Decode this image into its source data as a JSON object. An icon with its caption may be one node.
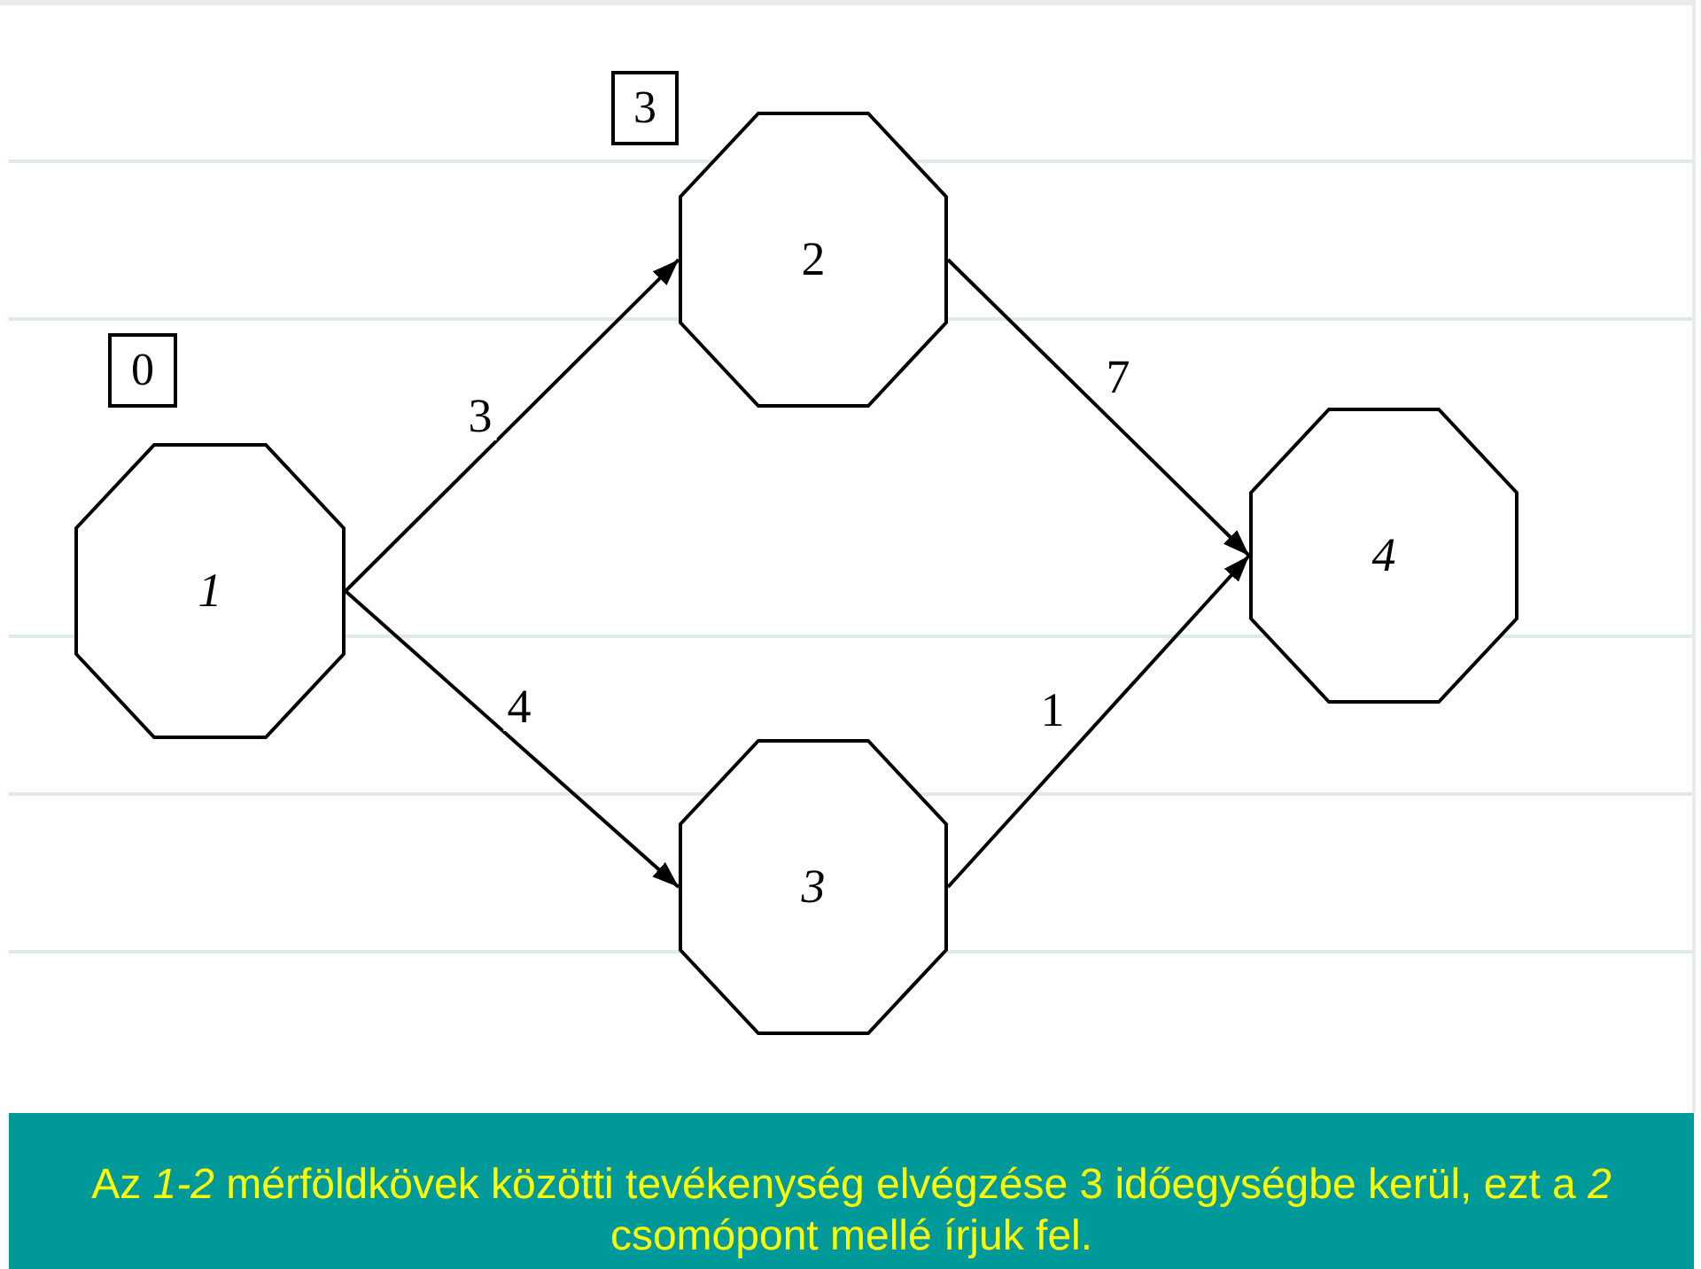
{
  "diagram": {
    "caption": "Az *1-2* mérföldkövek közötti tevékenység elvégzése 3 időegységbe kerül, ezt a *2* csomópont mellé írjuk fel.",
    "nodes": [
      {
        "text": [
          "0"
        ]
      },
      {
        "text": [
          "1"
        ]
      },
      {
        "text": [
          "3"
        ]
      },
      {
        "text": [
          "2"
        ]
      },
      {
        "text": [
          "3"
        ]
      },
      {
        "text": [
          "4"
        ]
      }
    ],
    "edges": [
      {
        "from": 1,
        "to": 3,
        "arrow": "to",
        "label": "3"
      },
      {
        "from": 1,
        "to": 4,
        "arrow": "to",
        "label": "4"
      },
      {
        "from": 3,
        "to": 5,
        "arrow": "to",
        "label": "7"
      },
      {
        "from": 4,
        "to": 5,
        "arrow": "to",
        "label": "1"
      }
    ]
  }
}
